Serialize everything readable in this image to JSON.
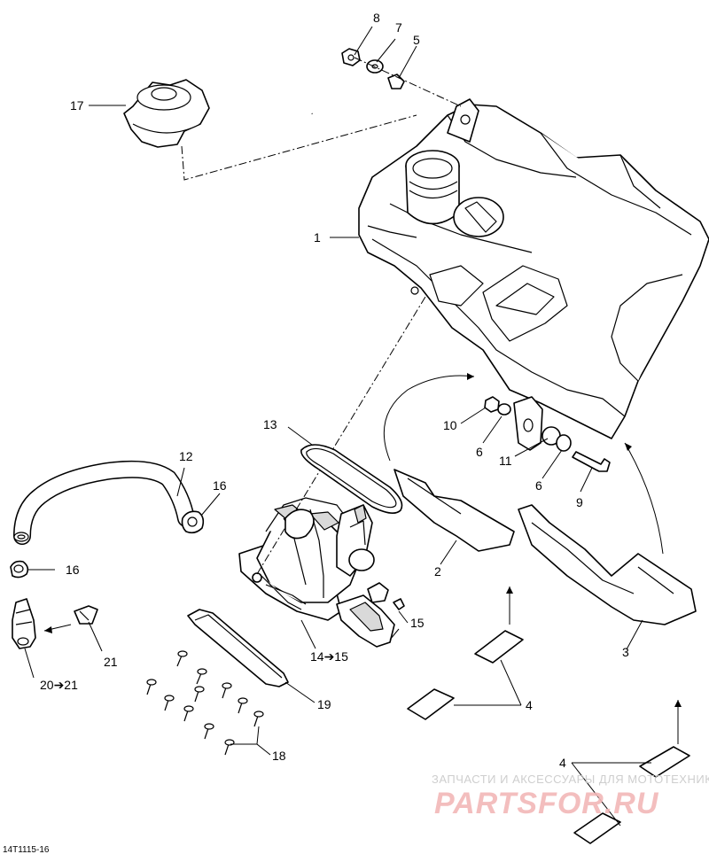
{
  "callouts": {
    "c1": "1",
    "c2": "2",
    "c3": "3",
    "c4a": "4",
    "c4b": "4",
    "c5": "5",
    "c6a": "6",
    "c6b": "6",
    "c7": "7",
    "c8": "8",
    "c9": "9",
    "c10": "10",
    "c11": "11",
    "c12": "12",
    "c13": "13",
    "c14_15": "14➔15",
    "c15": "15",
    "c16a": "16",
    "c16b": "16",
    "c17": "17",
    "c18": "18",
    "c19": "19",
    "c20_21": "20➔21",
    "c21": "21"
  },
  "diagram_code": "14T1115-16",
  "watermark": {
    "line1": "ЗАПЧАСТИ И АКСЕССУАРЫ ДЛЯ МОТОТЕХНИКИ",
    "line2": "PARTSFOR.RU"
  }
}
